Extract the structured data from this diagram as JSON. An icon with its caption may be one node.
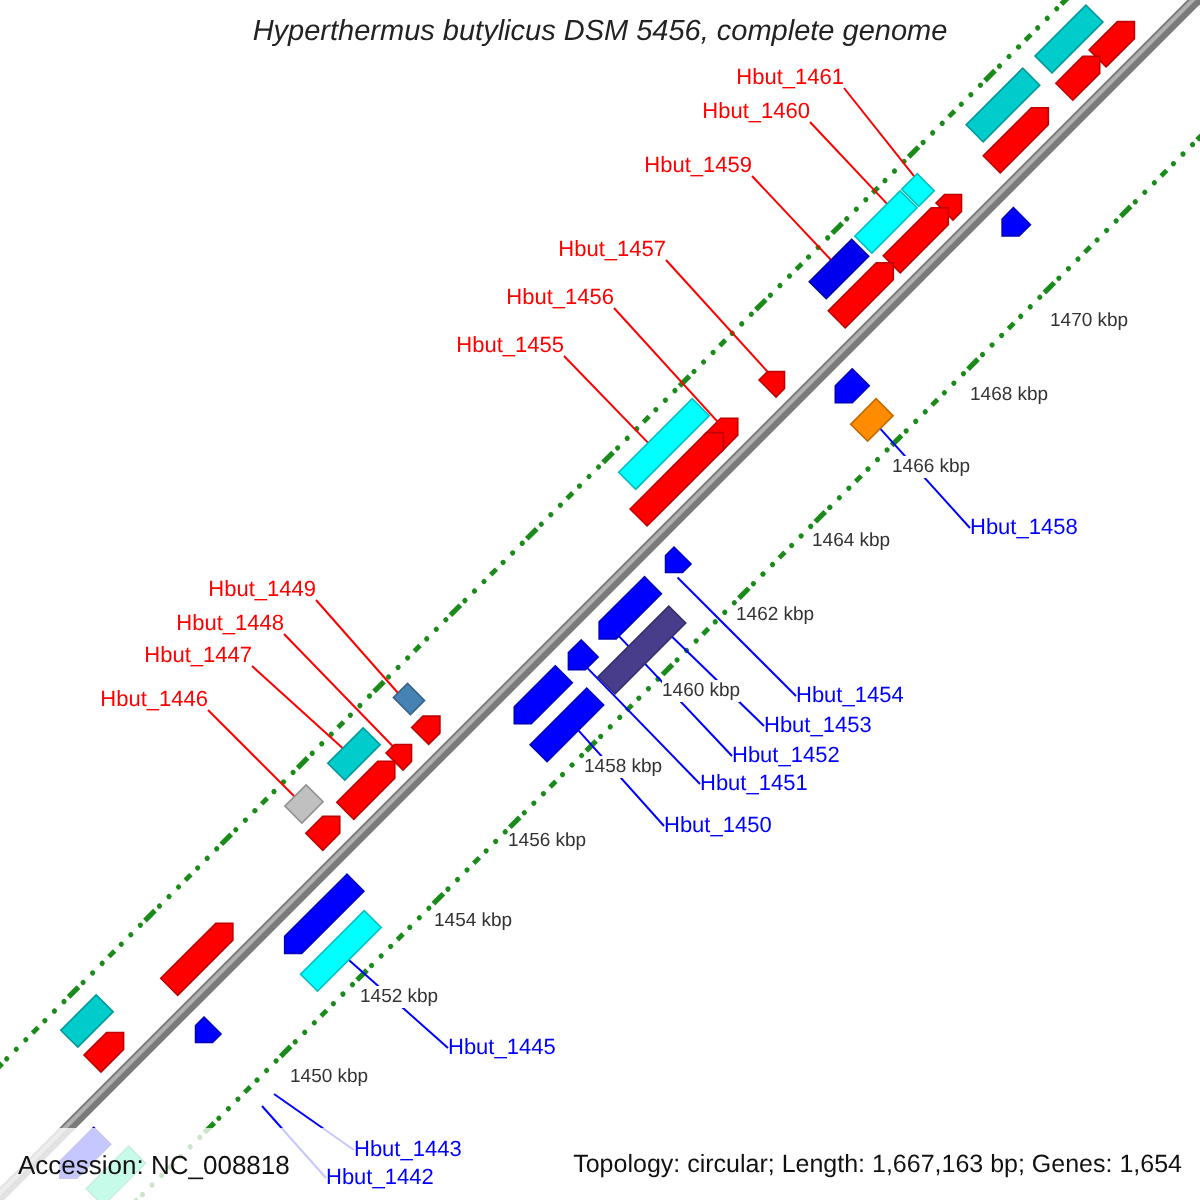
{
  "diagram": {
    "title": "Hyperthermus butylicus DSM 5456, complete genome",
    "nodes": [
      {
        "text": [
          "Hbut_1461"
        ]
      },
      {
        "text": [
          "Hbut_1460"
        ]
      },
      {
        "text": [
          "Hbut_1459"
        ]
      },
      {
        "text": [
          "Hbut_1457"
        ]
      },
      {
        "text": [
          "Hbut_1456"
        ]
      },
      {
        "text": [
          "Hbut_1455"
        ]
      },
      {
        "text": [
          "Hbut_1458"
        ]
      },
      {
        "text": [
          "Hbut_1449"
        ]
      },
      {
        "text": [
          "Hbut_1448"
        ]
      },
      {
        "text": [
          "Hbut_1447"
        ]
      },
      {
        "text": [
          "Hbut_1454"
        ]
      },
      {
        "text": [
          "Hbut_1446"
        ]
      },
      {
        "text": [
          "Hbut_1453"
        ]
      },
      {
        "text": [
          "Hbut_1452"
        ]
      },
      {
        "text": [
          "Hbut_1451"
        ]
      },
      {
        "text": [
          "Hbut_1450"
        ]
      },
      {
        "text": [
          "Hbut_1445"
        ]
      },
      {
        "text": [
          "Hbut_1443"
        ]
      },
      {
        "text": [
          "Hbut_1442"
        ]
      },
      {
        "text": [],
        "shape": "box"
      },
      {
        "text": [],
        "shape": "pentagon"
      },
      {
        "text": [],
        "shape": "pentagon"
      },
      {
        "text": [],
        "shape": "box"
      },
      {
        "text": [],
        "shape": "pentagon"
      },
      {
        "text": [],
        "shape": "diamond"
      },
      {
        "text": [],
        "shape": "pentagon"
      },
      {
        "text": [],
        "shape": "box"
      },
      {
        "text": [],
        "shape": "pentagon"
      },
      {
        "text": [],
        "shape": "pentagon"
      },
      {
        "text": [],
        "shape": "box"
      },
      {
        "text": [],
        "shape": "pentagon"
      },
      {
        "text": [],
        "shape": "pentagon"
      },
      {
        "text": [],
        "shape": "pentagon"
      },
      {
        "text": [],
        "shape": "box"
      },
      {
        "text": [],
        "shape": "pentagon"
      },
      {
        "text": [],
        "shape": "box"
      },
      {
        "text": [],
        "shape": "pentagon"
      },
      {
        "text": [],
        "shape": "pentagon"
      },
      {
        "text": [],
        "shape": "pentagon"
      },
      {
        "text": [],
        "shape": "box"
      },
      {
        "text": [],
        "shape": "pentagon"
      },
      {
        "text": [],
        "shape": "diamond"
      },
      {
        "text": [],
        "shape": "pentagon"
      },
      {
        "text": [],
        "shape": "box"
      },
      {
        "text": [],
        "shape": "pentagon"
      },
      {
        "text": [],
        "shape": "box"
      },
      {
        "text": [],
        "shape": "pentagon"
      },
      {
        "text": [],
        "shape": "pentagon"
      },
      {
        "text": [],
        "shape": "diamond"
      },
      {
        "text": [],
        "shape": "pentagon"
      },
      {
        "text": [],
        "shape": "pentagon"
      },
      {
        "text": [],
        "shape": "box"
      },
      {
        "text": [],
        "shape": "pentagon"
      },
      {
        "text": [],
        "shape": "box"
      },
      {
        "text": [],
        "shape": "pentagon"
      },
      {
        "text": [],
        "shape": "pentagon"
      },
      {
        "text": [],
        "shape": "pentagon"
      },
      {
        "text": [],
        "shape": "box"
      }
    ],
    "edges": [
      {
        "from": 0,
        "to": 24,
        "arrow": "none"
      },
      {
        "from": 1,
        "to": 26,
        "arrow": "none"
      },
      {
        "from": 2,
        "to": 29,
        "arrow": "none"
      },
      {
        "from": 3,
        "to": 31,
        "arrow": "none"
      },
      {
        "from": 4,
        "to": 34,
        "arrow": "none"
      },
      {
        "from": 5,
        "to": 35,
        "arrow": "none"
      },
      {
        "from": 6,
        "to": 33,
        "arrow": "none",
        "color": "#0000ff"
      },
      {
        "from": 7,
        "to": 41,
        "arrow": "none"
      },
      {
        "from": 8,
        "to": 46,
        "arrow": "none"
      },
      {
        "from": 9,
        "to": 45,
        "arrow": "none"
      },
      {
        "from": 10,
        "to": 37,
        "arrow": "none",
        "color": "#0000ff"
      },
      {
        "from": 11,
        "to": 48,
        "arrow": "none"
      },
      {
        "from": 12,
        "to": 39,
        "arrow": "none",
        "color": "#0000ff"
      },
      {
        "from": 13,
        "to": 38,
        "arrow": "none",
        "color": "#0000ff"
      },
      {
        "from": 14,
        "to": 40,
        "arrow": "none",
        "color": "#0000ff"
      },
      {
        "from": 15,
        "to": 43,
        "arrow": "none",
        "color": "#0000ff"
      },
      {
        "from": 16,
        "to": 51,
        "arrow": "none",
        "color": "#0000ff"
      },
      {
        "from": 17,
        "to": null,
        "arrow": "none",
        "color": "#0000ff"
      },
      {
        "from": 18,
        "to": null,
        "arrow": "none",
        "color": "#0000ff"
      }
    ],
    "labels": [
      "1470 kbp",
      "1468 kbp",
      "1466 kbp",
      "1464 kbp",
      "1462 kbp",
      "1460 kbp",
      "1458 kbp",
      "1456 kbp",
      "1454 kbp",
      "1452 kbp",
      "1450 kbp",
      "Accession: NC_008818",
      "Topology: circular; Length: 1,667,163 bp; Genes: 1,654"
    ]
  }
}
